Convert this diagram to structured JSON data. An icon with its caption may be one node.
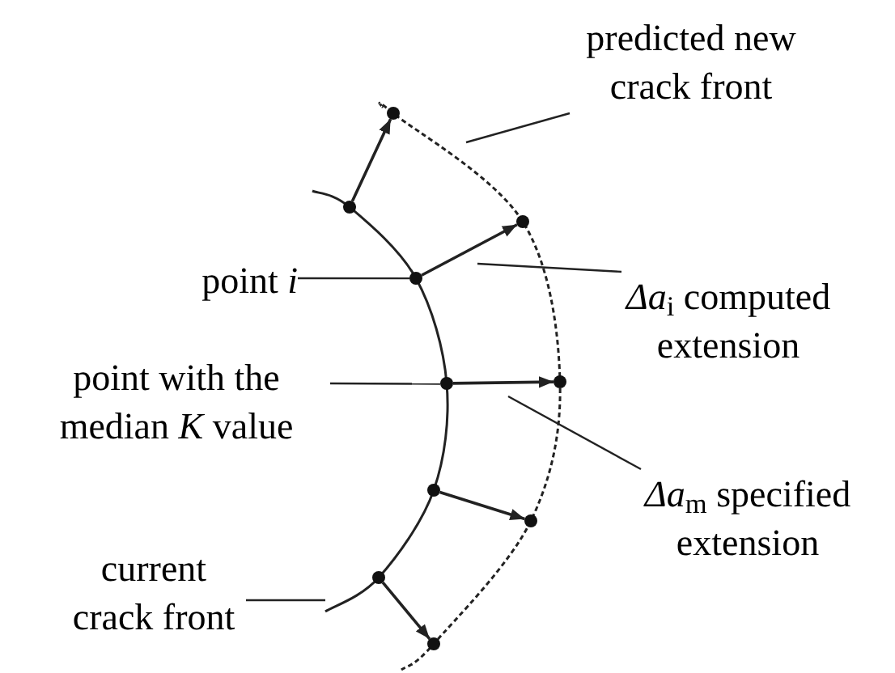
{
  "diagram": {
    "nodes": [
      {
        "text": [
          "predicted new crack front"
        ]
      },
      {
        "text": [
          "point *i*"
        ]
      },
      {
        "text": [
          "*Δa*$_{i}$ computed extension"
        ]
      },
      {
        "text": [
          "point with the median *K* value"
        ]
      },
      {
        "text": [
          "*Δa*$_{m}$ specified extension"
        ]
      },
      {
        "text": [
          "current crack front"
        ]
      },
      {
        "text": [],
        "shape": "circle"
      },
      {
        "text": [],
        "shape": "circle"
      },
      {
        "text": [],
        "shape": "circle"
      },
      {
        "text": [],
        "shape": "circle"
      },
      {
        "text": [],
        "shape": "circle"
      },
      {
        "text": [],
        "shape": "circle"
      },
      {
        "text": [],
        "shape": "circle"
      },
      {
        "text": [],
        "shape": "circle"
      },
      {
        "text": [],
        "shape": "circle"
      },
      {
        "text": [],
        "shape": "circle"
      }
    ],
    "edges": [
      {
        "from": 6,
        "to": 11,
        "arrow": "to"
      },
      {
        "from": 7,
        "to": 12,
        "arrow": "to"
      },
      {
        "from": 8,
        "to": 13,
        "arrow": "to"
      },
      {
        "from": 9,
        "to": 14,
        "arrow": "to"
      },
      {
        "from": 10,
        "to": 15,
        "arrow": "to"
      },
      {
        "from": 0,
        "to": null,
        "arrow": "none"
      },
      {
        "from": 1,
        "to": 7,
        "arrow": "none"
      },
      {
        "from": 2,
        "to": null,
        "arrow": "none"
      },
      {
        "from": 3,
        "to": 8,
        "arrow": "none"
      },
      {
        "from": 4,
        "to": null,
        "arrow": "none"
      },
      {
        "from": 5,
        "to": null,
        "arrow": "none"
      }
    ]
  }
}
